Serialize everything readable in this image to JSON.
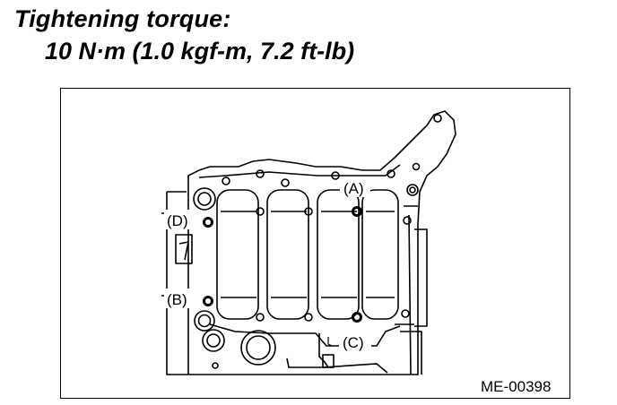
{
  "spec": {
    "heading": "Tightening torque:",
    "value": "10 N·m (1.0 kgf-m, 7.2 ft-lb)"
  },
  "diagram": {
    "callouts": {
      "a": "(A)",
      "b": "(B)",
      "c": "(C)",
      "d": "(D)"
    },
    "figure_id": "ME-00398"
  }
}
